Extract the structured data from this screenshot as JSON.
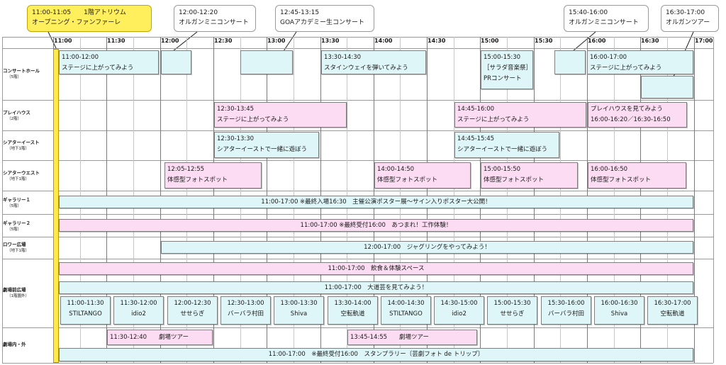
{
  "callouts": [
    {
      "time": "11:00-11:05　　1階アトリウム",
      "title": "オープニング・ファンファーレ"
    },
    {
      "time": "12:00-12:20",
      "title": "オルガンミニコンサート"
    },
    {
      "time": "12:45-13:15",
      "title": "GOAアカデミー生コンサート"
    },
    {
      "time": "15:40-16:00",
      "title": "オルガンミニコンサート"
    },
    {
      "time": "16:30-17:00",
      "title": "オルガンツアー"
    }
  ],
  "time_labels": [
    "11:00",
    "11:30",
    "12:00",
    "12:30",
    "13:00",
    "13:30",
    "14:00",
    "14:30",
    "15:00",
    "15:30",
    "16:00",
    "16:30",
    "17:00"
  ],
  "rows": [
    {
      "label": "コンサートホール",
      "sub": "（5階）"
    },
    {
      "label": "プレイハウス",
      "sub": "（2階）"
    },
    {
      "label": "シアターイースト",
      "sub": "（地下1階）"
    },
    {
      "label": "シアターウエスト",
      "sub": "（地下1階）"
    },
    {
      "label": "ギャラリー１",
      "sub": "（5階）"
    },
    {
      "label": "ギャラリー２",
      "sub": "（5階）"
    },
    {
      "label": "ロワー広場",
      "sub": "（地下1階）"
    },
    {
      "label": "劇場前広場",
      "sub": "（1階園外）"
    },
    {
      "label": "劇場内・外",
      "sub": ""
    }
  ],
  "concert_hall": [
    {
      "time": "11:00-12:00",
      "title": "ステージに上がってみよう"
    },
    {
      "time": "13:30-14:30",
      "title": "スタインウェイを弾いてみよう"
    },
    {
      "time": "15:00-15:30",
      "title": "［サラダ音楽祭］",
      "title2": "PRコンサート"
    },
    {
      "time": "16:00-17:00",
      "title": "ステージに上がってみよう"
    }
  ],
  "playhouse": [
    {
      "time": "12:30-13:45",
      "title": "ステージに上がってみよう"
    },
    {
      "time": "14:45-16:00",
      "title": "ステージに上がってみよう"
    },
    {
      "time": "プレイハウスを見てみよう",
      "title": "16:00-16:20／16:30-16:50"
    }
  ],
  "theater_east": [
    {
      "time": "12:30-13:30",
      "title": "シアターイーストで一緒に遊ぼう"
    },
    {
      "time": "14:45-15:45",
      "title": "シアターイーストで一緒に遊ぼう"
    }
  ],
  "theater_west": [
    {
      "time": "12:05-12:55",
      "title": "体感型フォトスポット"
    },
    {
      "time": "14:00-14:50",
      "title": "体感型フォトスポット"
    },
    {
      "time": "15:00-15:50",
      "title": "体感型フォトスポット"
    },
    {
      "time": "16:00-16:50",
      "title": "体感型フォトスポット"
    }
  ],
  "gallery1": "11:00-17:00 ※最終入場16:30　主催公演ポスター展～サイン入りポスター大公開！",
  "gallery2": "11:00-17:00 ※最終受付16:00　あつまれ！工作体験！",
  "lower_plaza": "12:00-17:00　ジャグリングをやってみよう！",
  "front_plaza": {
    "food": "11:00-17:00　飲食＆体験スペース",
    "street": "11:00-17:00　大道芸を見てみよう！",
    "performers": [
      {
        "time": "11:00-11:30",
        "name": "STILTANGO"
      },
      {
        "time": "11:30-12:00",
        "name": "idio2"
      },
      {
        "time": "12:00-12:30",
        "name": "せせらぎ"
      },
      {
        "time": "12:30-13:00",
        "name": "バーバラ村田"
      },
      {
        "time": "13:00-13:30",
        "name": "Shiva"
      },
      {
        "time": "13:30-14:00",
        "name": "空転軌道"
      },
      {
        "time": "14:00-14:30",
        "name": "STILTANGO"
      },
      {
        "time": "14:30-15:00",
        "name": "idio2"
      },
      {
        "time": "15:00-15:30",
        "name": "せせらぎ"
      },
      {
        "time": "15:30-16:00",
        "name": "バーバラ村田"
      },
      {
        "time": "16:00-16:30",
        "name": "Shiva"
      },
      {
        "time": "16:30-17:00",
        "name": "空転軌道"
      }
    ]
  },
  "inside_outside": {
    "tour1": "11:30-12:40　　劇場ツアー",
    "tour2": "13:45-14:55　　劇場ツアー",
    "stamp": "11:00-17:00　※最終受付16:00　スタンプラリー〔芸劇フォト de トリップ〕"
  },
  "colors": {
    "cyan": "#dff6f8",
    "pink": "#fbdcf2",
    "highlight": "#ffef5c",
    "timeline": "#ffe94d"
  }
}
